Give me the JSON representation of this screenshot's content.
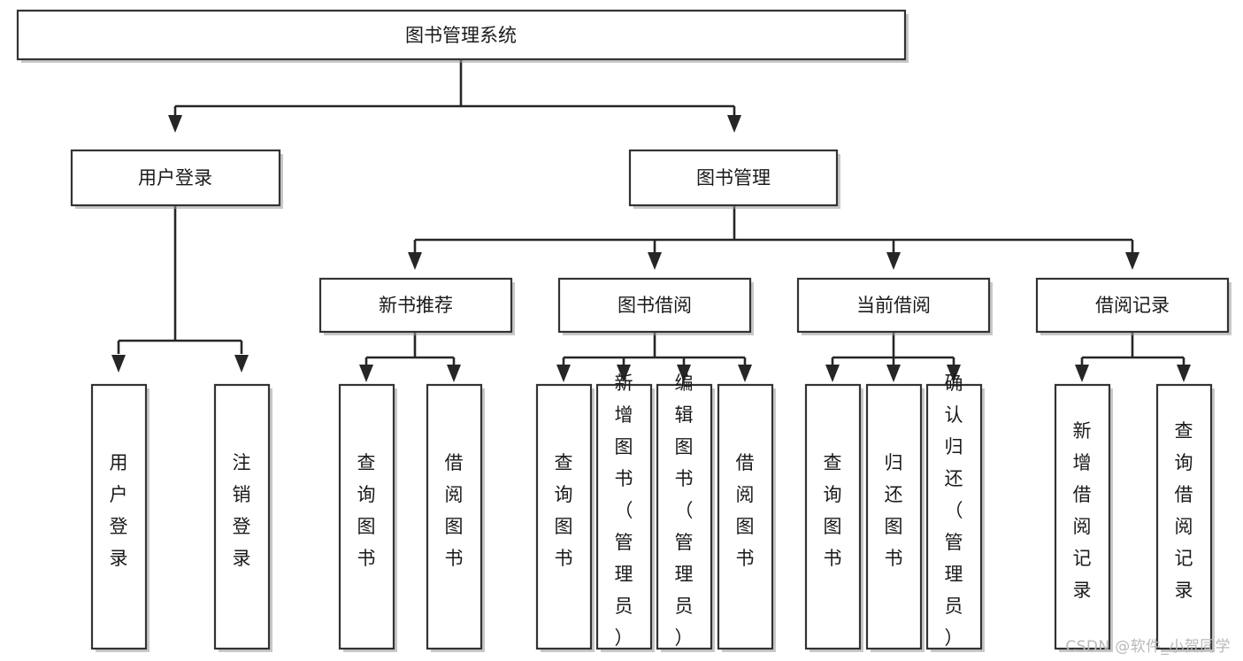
{
  "diagram": {
    "type": "tree-hierarchy",
    "title": "图书管理系统",
    "watermark": "CSDN @软件_小贺同学",
    "colors": {
      "box_fill": "#ffffff",
      "box_stroke": "#333333",
      "connector": "#262626",
      "text": "#1a1a1a",
      "watermark": "#b9b9b9",
      "background": "#ffffff"
    },
    "levels": {
      "root": {
        "label": "图书管理系统"
      },
      "level2": [
        {
          "id": "user-login",
          "label": "用户登录"
        },
        {
          "id": "book-management",
          "label": "图书管理"
        }
      ],
      "level3": [
        {
          "id": "new-book-recommend",
          "label": "新书推荐",
          "parent": "book-management"
        },
        {
          "id": "book-borrow",
          "label": "图书借阅",
          "parent": "book-management"
        },
        {
          "id": "current-borrow",
          "label": "当前借阅",
          "parent": "book-management"
        },
        {
          "id": "borrow-record",
          "label": "借阅记录",
          "parent": "book-management"
        }
      ],
      "leaves": [
        {
          "id": "leaf-user-login",
          "label": "用户登录",
          "parent": "user-login"
        },
        {
          "id": "leaf-logout-login",
          "label": "注销登录",
          "parent": "user-login"
        },
        {
          "id": "leaf-query-book-1",
          "label": "查询图书",
          "parent": "new-book-recommend"
        },
        {
          "id": "leaf-borrow-book-1",
          "label": "借阅图书",
          "parent": "new-book-recommend"
        },
        {
          "id": "leaf-query-book-2",
          "label": "查询图书",
          "parent": "book-borrow"
        },
        {
          "id": "leaf-add-book",
          "label": "新增图书（管理员）",
          "parent": "book-borrow"
        },
        {
          "id": "leaf-edit-book",
          "label": "编辑图书（管理员）",
          "parent": "book-borrow"
        },
        {
          "id": "leaf-borrow-book-2",
          "label": "借阅图书",
          "parent": "book-borrow"
        },
        {
          "id": "leaf-query-book-3",
          "label": "查询图书",
          "parent": "current-borrow"
        },
        {
          "id": "leaf-return-book",
          "label": "归还图书",
          "parent": "current-borrow"
        },
        {
          "id": "leaf-confirm-return",
          "label": "确认归还（管理员）",
          "parent": "current-borrow"
        },
        {
          "id": "leaf-add-record",
          "label": "新增借阅记录",
          "parent": "borrow-record"
        },
        {
          "id": "leaf-query-record",
          "label": "查询借阅记录",
          "parent": "borrow-record"
        }
      ]
    }
  }
}
